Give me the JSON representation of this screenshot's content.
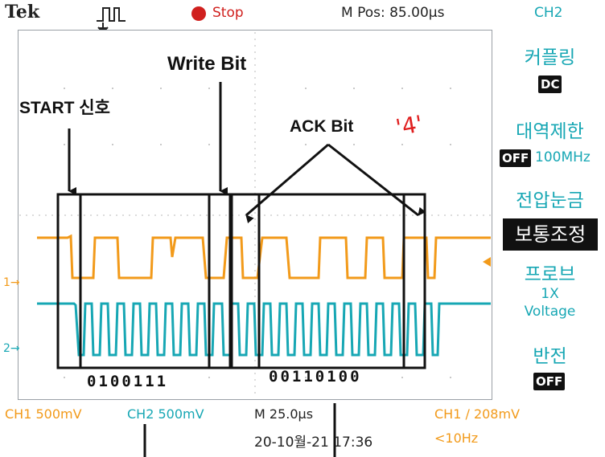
{
  "topbar": {
    "brand": "Tek",
    "trigger_icon": "pulse-trigger-icon",
    "status": "Stop",
    "m_pos": "M Pos: 85.00µs",
    "channel": "CH2"
  },
  "side_menu": {
    "coupling_label": "커플링",
    "coupling_value": "DC",
    "bandwidth_label": "대역제한",
    "bandwidth_off": "OFF",
    "bandwidth_value": "100MHz",
    "volts_div_label": "전압눈금",
    "volts_div_value": "보통조정",
    "probe_label": "프로브",
    "probe_value_1": "1X",
    "probe_value_2": "Voltage",
    "invert_label": "반전",
    "invert_value": "OFF"
  },
  "bottom": {
    "ch1_scale": "CH1  500mV",
    "ch2_scale": "CH2  500mV",
    "timebase": "M 25.0µs",
    "trigger": "CH1 ∕ 208mV",
    "datetime": "20-10월-21 17:36",
    "freq": "<10Hz"
  },
  "markers": {
    "ch1": "1→",
    "ch2": "2→"
  },
  "annotations": {
    "start": "START 신호",
    "write_bit": "Write Bit",
    "ack_bit": "ACK Bit",
    "scribble": "'4'",
    "bits_address": "0100111",
    "bits_data": "00110100"
  },
  "colors": {
    "ch1": "#f29a1a",
    "ch2": "#17a7b4",
    "stop": "#d0201e"
  }
}
